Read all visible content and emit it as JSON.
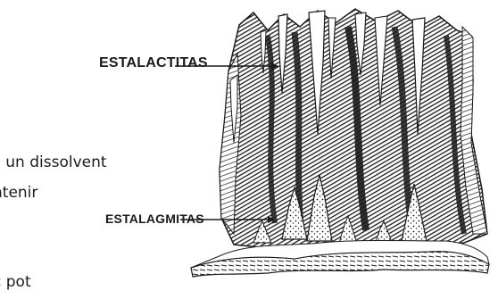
{
  "labels": {
    "stalactites": "ESTALACTITAS",
    "stalagmites": "ESTALAGMITAS"
  },
  "body_text": {
    "line1": "s un dissolvent",
    "line2": "ntenir",
    "line3": "c pot"
  },
  "illustration": {
    "subject": "cave-with-stalactites-and-stalagmites",
    "style": "black-and-white-engraving",
    "ink_color": "#1a1a1a",
    "paper_color": "#ffffff"
  }
}
